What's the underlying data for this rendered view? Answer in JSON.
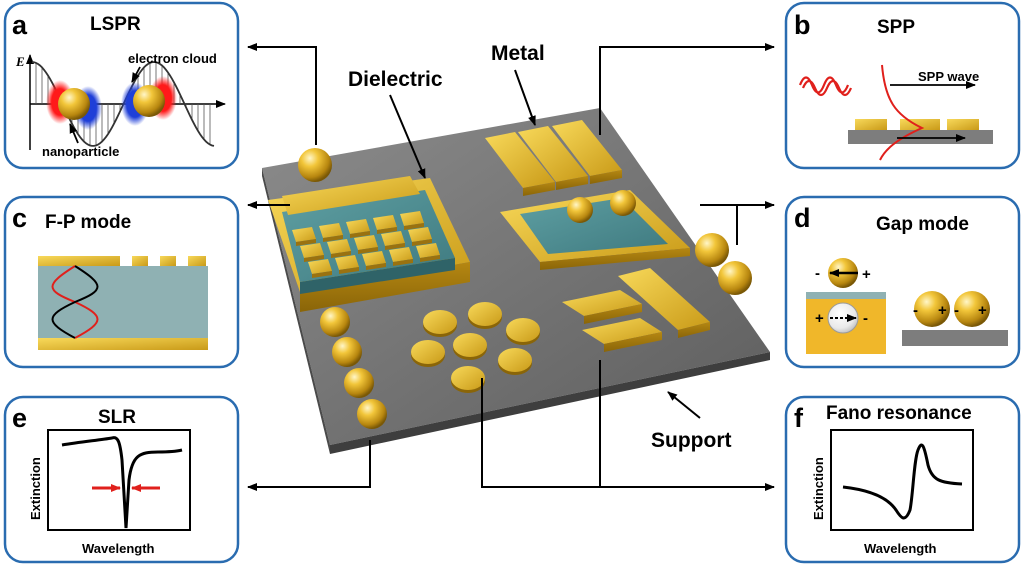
{
  "panels": {
    "a": {
      "letter": "a",
      "title": "LSPR",
      "axis_e": "E",
      "label_cloud": "electron cloud",
      "label_np": "nanoparticle"
    },
    "b": {
      "letter": "b",
      "title": "SPP",
      "label_wave": "SPP wave"
    },
    "c": {
      "letter": "c",
      "title": "F-P mode"
    },
    "d": {
      "letter": "d",
      "title": "Gap mode"
    },
    "e": {
      "letter": "e",
      "title": "SLR",
      "xlabel": "Wavelength",
      "ylabel": "Extinction"
    },
    "f": {
      "letter": "f",
      "title": "Fano resonance",
      "xlabel": "Wavelength",
      "ylabel": "Extinction"
    }
  },
  "center": {
    "dielectric": "Dielectric",
    "metal": "Metal",
    "support": "Support"
  },
  "signs": {
    "minus": "-",
    "plus": "+"
  },
  "colors": {
    "panel_border": "#2a6cb0",
    "gold": "#e8b923",
    "dielectric": "#4f8f94",
    "support": "#6b6b6b",
    "highlight_red": "#e0201c",
    "cloud_blue": "#1f3fd8"
  }
}
